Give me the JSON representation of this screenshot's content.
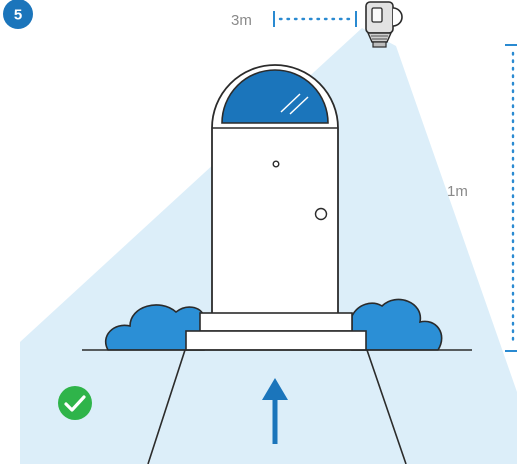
{
  "step": {
    "number": "5"
  },
  "labels": {
    "horizontal_distance": "3m",
    "vertical_distance": "1m"
  },
  "colors": {
    "accent_blue": "#1b75bb",
    "light_blue_beam": "#dceef9",
    "dotted_blue": "#2a8ad1",
    "outline": "#2b2b2b",
    "check_green": "#2fb44a",
    "bush_blue": "#2b8fd6"
  },
  "icons": {
    "camera": "ring-style-security-camera",
    "status": "green-checkmark"
  }
}
